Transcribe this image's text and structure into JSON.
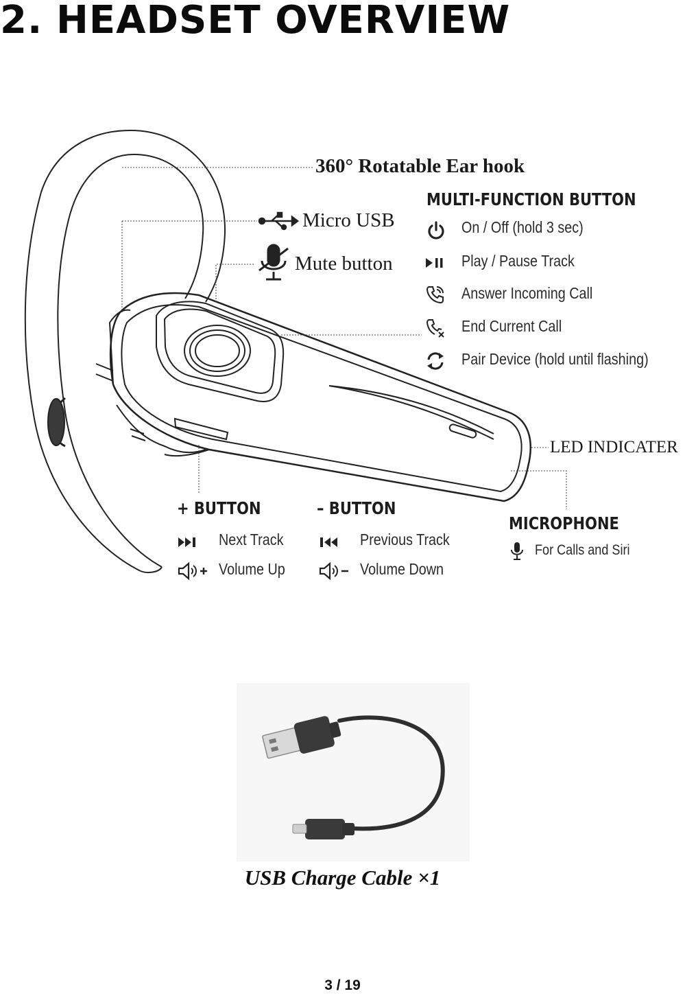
{
  "heading": {
    "number": "2.",
    "title": "HEADSET OVERVIEW"
  },
  "callouts": {
    "ear_hook": "360° Rotatable Ear hook",
    "micro_usb": "Micro  USB",
    "mute_button": "Mute  button",
    "led": "LED INDICATER"
  },
  "multi_function": {
    "title": "MULTI-FUNCTION BUTTON",
    "items": [
      {
        "icon": "power-icon",
        "label": "On / Off (hold 3 sec)"
      },
      {
        "icon": "play-pause-icon",
        "label": "Play / Pause Track"
      },
      {
        "icon": "answer-call-icon",
        "label": "Answer Incoming Call"
      },
      {
        "icon": "end-call-icon",
        "label": "End Current Call"
      },
      {
        "icon": "pair-refresh-icon",
        "label": "Pair Device (hold until flashing)"
      }
    ]
  },
  "plus_button": {
    "title": "+ BUTTON",
    "items": [
      {
        "icon": "next-track-icon",
        "label": "Next Track"
      },
      {
        "icon": "volume-up-icon",
        "label": "Volume Up"
      }
    ]
  },
  "minus_button": {
    "title": "– BUTTON",
    "items": [
      {
        "icon": "previous-track-icon",
        "label": "Previous Track"
      },
      {
        "icon": "volume-down-icon",
        "label": "Volume Down"
      }
    ]
  },
  "microphone": {
    "title": "MICROPHONE",
    "items": [
      {
        "icon": "microphone-icon",
        "label": "For Calls and Siri"
      }
    ]
  },
  "cable_caption": "USB Charge Cable ×1",
  "page_number": "3 / 19"
}
